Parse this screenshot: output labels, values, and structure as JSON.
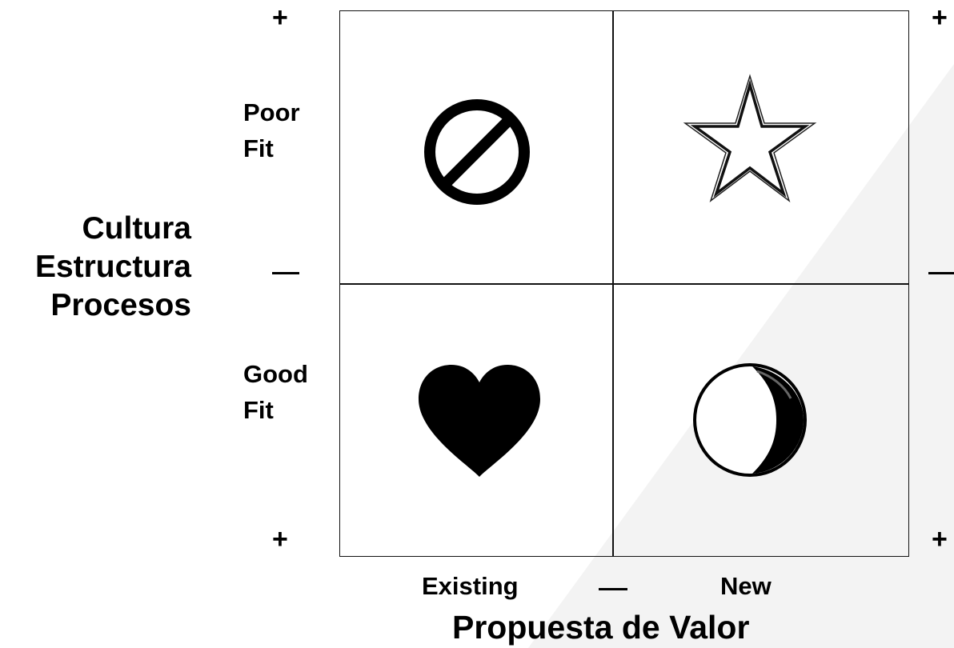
{
  "colors": {
    "background": "#ffffff",
    "wedge": "#f3f3f3",
    "ink": "#000000"
  },
  "rows": {
    "top_label_line1": "Poor",
    "top_label_line2": "Fit",
    "bottom_label_line1": "Good",
    "bottom_label_line2": "Fit"
  },
  "y_axis": {
    "title_line1": "Cultura",
    "title_line2": "Estructura",
    "title_line3": "Procesos",
    "top_sign": "+",
    "bottom_sign": "+"
  },
  "x_axis": {
    "title": "Propuesta de Valor",
    "left_label": "Existing",
    "right_label": "New"
  },
  "right_scale": {
    "top_sign": "+",
    "bottom_sign": "+"
  },
  "quadrants": {
    "top_left": {
      "icon": "prohibited-icon"
    },
    "top_right": {
      "icon": "star-icon"
    },
    "bottom_left": {
      "icon": "heart-icon"
    },
    "bottom_right": {
      "icon": "crescent-moon-icon"
    }
  }
}
